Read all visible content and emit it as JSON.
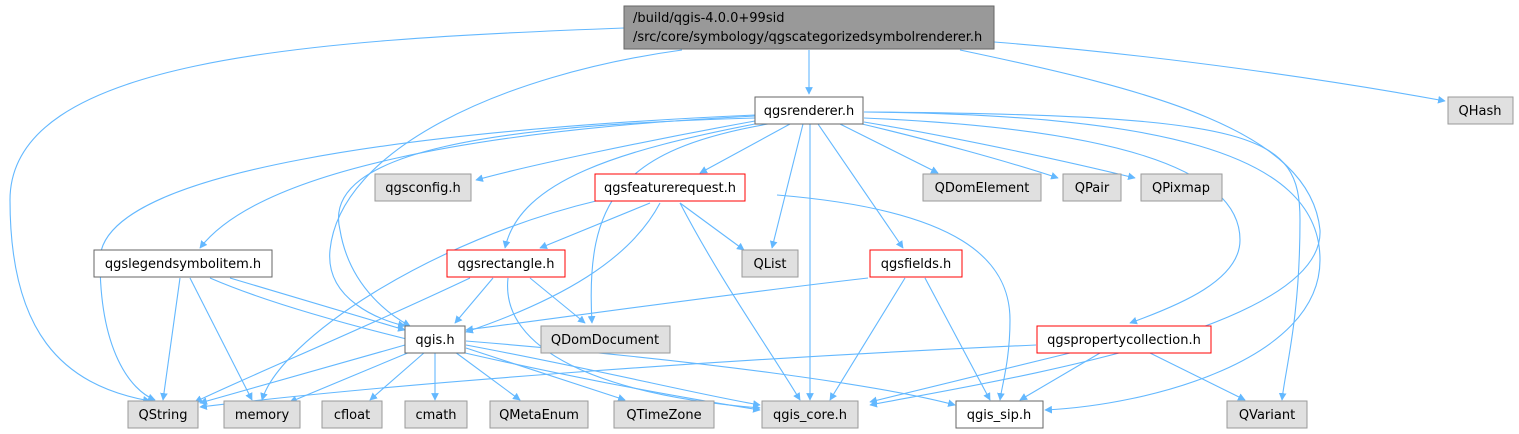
{
  "graph": {
    "root": {
      "path_line1": "/build/qgis-4.0.0+99sid",
      "path_line2": "/src/core/symbology/qgscategorizedsymbolrenderer.h"
    },
    "nodes": {
      "qgsrenderer": "qgsrenderer.h",
      "qhash": "QHash",
      "qgsconfig": "qgsconfig.h",
      "qgsfeaturerequest": "qgsfeaturerequest.h",
      "qdomelement": "QDomElement",
      "qpair": "QPair",
      "qpixmap": "QPixmap",
      "qgslegendsymbolitem": "qgslegendsymbolitem.h",
      "qgsrectangle": "qgsrectangle.h",
      "qlist": "QList",
      "qgsfields": "qgsfields.h",
      "qgis": "qgis.h",
      "qdomdocument": "QDomDocument",
      "qgspropertycollection": "qgspropertycollection.h",
      "qstring": "QString",
      "memory": "memory",
      "cfloat": "cfloat",
      "cmath": "cmath",
      "qmetaenum": "QMetaEnum",
      "qtimezone": "QTimeZone",
      "qgis_core": "qgis_core.h",
      "qgis_sip": "qgis_sip.h",
      "qvariant": "QVariant"
    },
    "colors": {
      "edge": "#63b8ff",
      "root_fill": "#999999",
      "gray_fill": "#e0e0e0",
      "red_border": "#ff0000",
      "dark_border": "#666666"
    }
  }
}
